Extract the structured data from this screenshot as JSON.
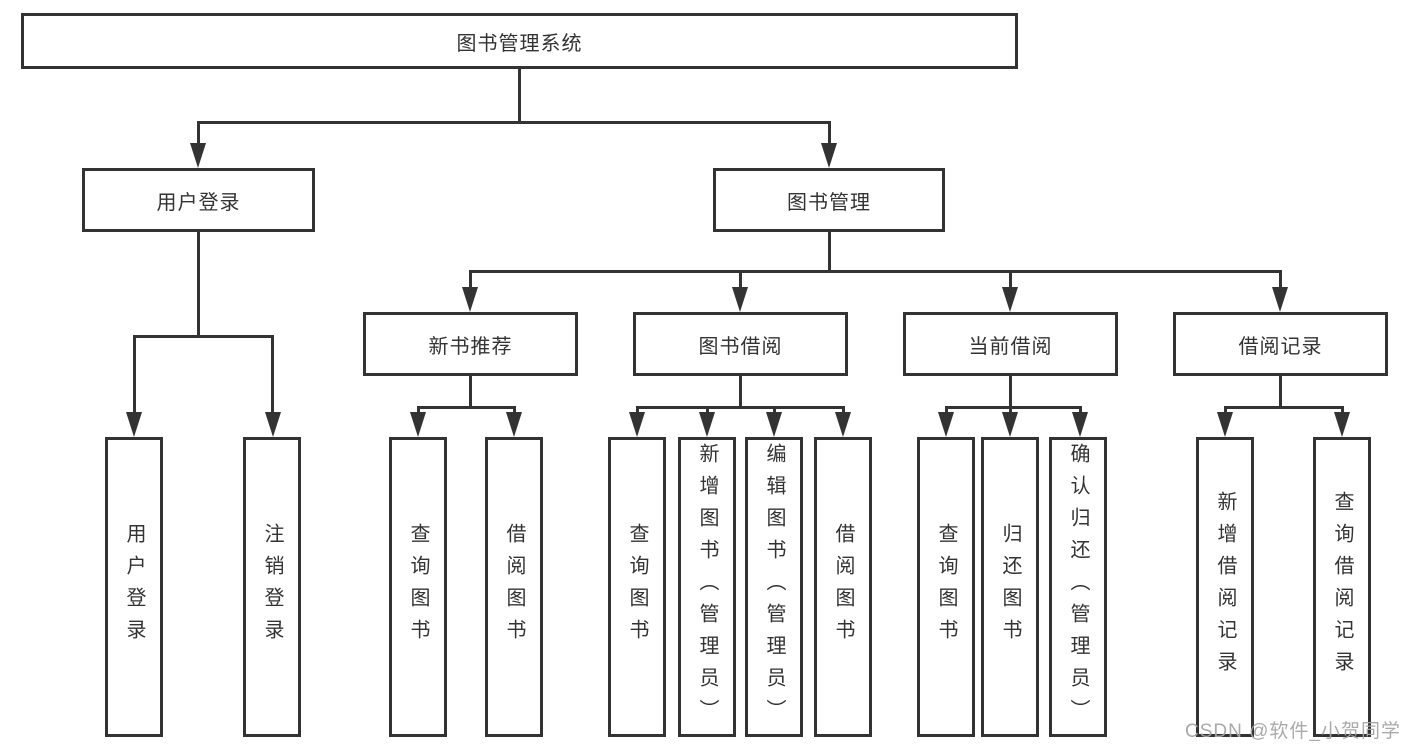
{
  "nodes": {
    "root": {
      "label": "图书管理系统"
    },
    "user_login": {
      "label": "用户登录",
      "children": [
        {
          "label": "用户登录"
        },
        {
          "label": "注销登录"
        }
      ]
    },
    "book_mgmt": {
      "label": "图书管理"
    },
    "new_books": {
      "label": "新书推荐",
      "children": [
        {
          "label": "查询图书"
        },
        {
          "label": "借阅图书"
        }
      ]
    },
    "book_borrow": {
      "label": "图书借阅",
      "children": [
        {
          "label": "查询图书"
        },
        {
          "label": "新增图书（管理员）"
        },
        {
          "label": "编辑图书（管理员）"
        },
        {
          "label": "借阅图书"
        }
      ]
    },
    "current_borrow": {
      "label": "当前借阅",
      "children": [
        {
          "label": "查询图书"
        },
        {
          "label": "归还图书"
        },
        {
          "label": "确认归还（管理员）"
        }
      ]
    },
    "borrow_records": {
      "label": "借阅记录",
      "children": [
        {
          "label": "新增借阅记录"
        },
        {
          "label": "查询借阅记录"
        }
      ]
    }
  },
  "watermark": "CSDN @软件_小贺同学",
  "colors": {
    "line": "#333333",
    "text": "#333333",
    "box_background": "#ffffff",
    "watermark": "#a5a5a5",
    "background": "#ffffff"
  }
}
